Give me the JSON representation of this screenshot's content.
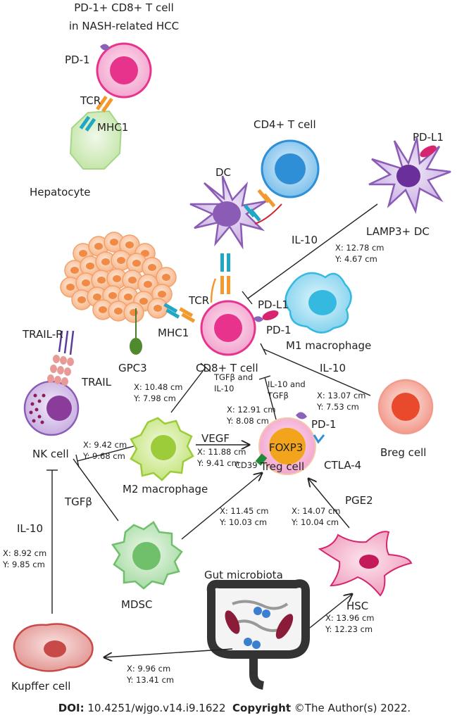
{
  "title": {
    "line1": "PD-1+ CD8+ T cell",
    "line2": "in NASH-related HCC"
  },
  "cells": {
    "hepatocyte": "Hepatocyte",
    "cd4_t_cell": "CD4+ T cell",
    "dc": "DC",
    "lamp3_dc": "LAMP3+ DC",
    "cd8_t_cell": "CD8+ T cell",
    "m1_macrophage": "M1 macrophage",
    "nk_cell": "NK cell",
    "m2_macrophage": "M2 macrophage",
    "treg_cell": "Treg cell",
    "foxp3": "FOXP3",
    "breg_cell": "Breg cell",
    "mdsc": "MDSC",
    "hsc": "HSC",
    "gut_microbiota": "Gut microbiota",
    "kupffer_cell": "Kupffer cell"
  },
  "molecules": {
    "pd1_top": "PD-1",
    "tcr_top": "TCR",
    "mhc1_top": "MHC1",
    "pdl1_lamp3": "PD-L1",
    "il10_lamp3": "IL-10",
    "tcr_mid": "TCR",
    "pdl1_m1": "PD-L1",
    "pd1_m1": "PD-1",
    "mhc1_mid": "MHC1",
    "trail_r": "TRAIL-R",
    "trail": "TRAIL",
    "gpc3": "GPC3",
    "il10_breg": "IL-10",
    "tgfb_il10_a": "TGFβ and",
    "tgfb_il10_b": "IL-10",
    "il10_tgfb_a": "IL-10 and",
    "il10_tgfb_b": "TGFβ",
    "pd1_treg": "PD-1",
    "vegf": "VEGF",
    "ctla4": "CTLA-4",
    "cd39": "CD39",
    "tgfb_mdsc": "TGFβ",
    "pge2": "PGE2",
    "il10_kupffer": "IL-10"
  },
  "coords": [
    {
      "x": "X: 12.78 cm",
      "y": "Y: 4.67 cm"
    },
    {
      "x": "X: 10.48 cm",
      "y": "Y: 7.98 cm"
    },
    {
      "x": "X: 12.91 cm",
      "y": "Y: 8.08 cm"
    },
    {
      "x": "X: 13.07 cm",
      "y": "Y: 7.53 cm"
    },
    {
      "x": "X: 9.42 cm",
      "y": "Y: 9.68 cm"
    },
    {
      "x": "X: 11.88 cm",
      "y": "Y: 9.41 cm"
    },
    {
      "x": "X: 11.45 cm",
      "y": "Y: 10.03 cm"
    },
    {
      "x": "X: 14.07 cm",
      "y": "Y: 10.04 cm"
    },
    {
      "x": "X: 8.92 cm",
      "y": "Y: 9.85 cm"
    },
    {
      "x": "X: 13.96 cm",
      "y": "Y: 12.23 cm"
    },
    {
      "x": "X: 9.96 cm",
      "y": "Y: 13.41 cm"
    }
  ],
  "footer": {
    "doi_label": "DOI:",
    "doi_value": "10.4251/wjgo.v14.i9.1622",
    "copyright_label": "Copyright",
    "copyright_value": "©The Author(s) 2022."
  },
  "colors": {
    "cd8_pink": "#e8338c",
    "dc_purple": "#8a5cb5",
    "cd4_blue": "#2e8fd6",
    "m1_cyan": "#35b9e0",
    "m2_green": "#9ccc3a",
    "breg_red": "#e84a2b",
    "foxp3_orange": "#f2a41c",
    "hsc_magenta": "#d6246e",
    "hepatocyte_green": "#b9dd9c",
    "kupffer_red": "#c84a48",
    "tumor_orange": "#f5a46e",
    "mdsc_green": "#6fbf6b",
    "nk_purple": "#8a3c9a"
  }
}
